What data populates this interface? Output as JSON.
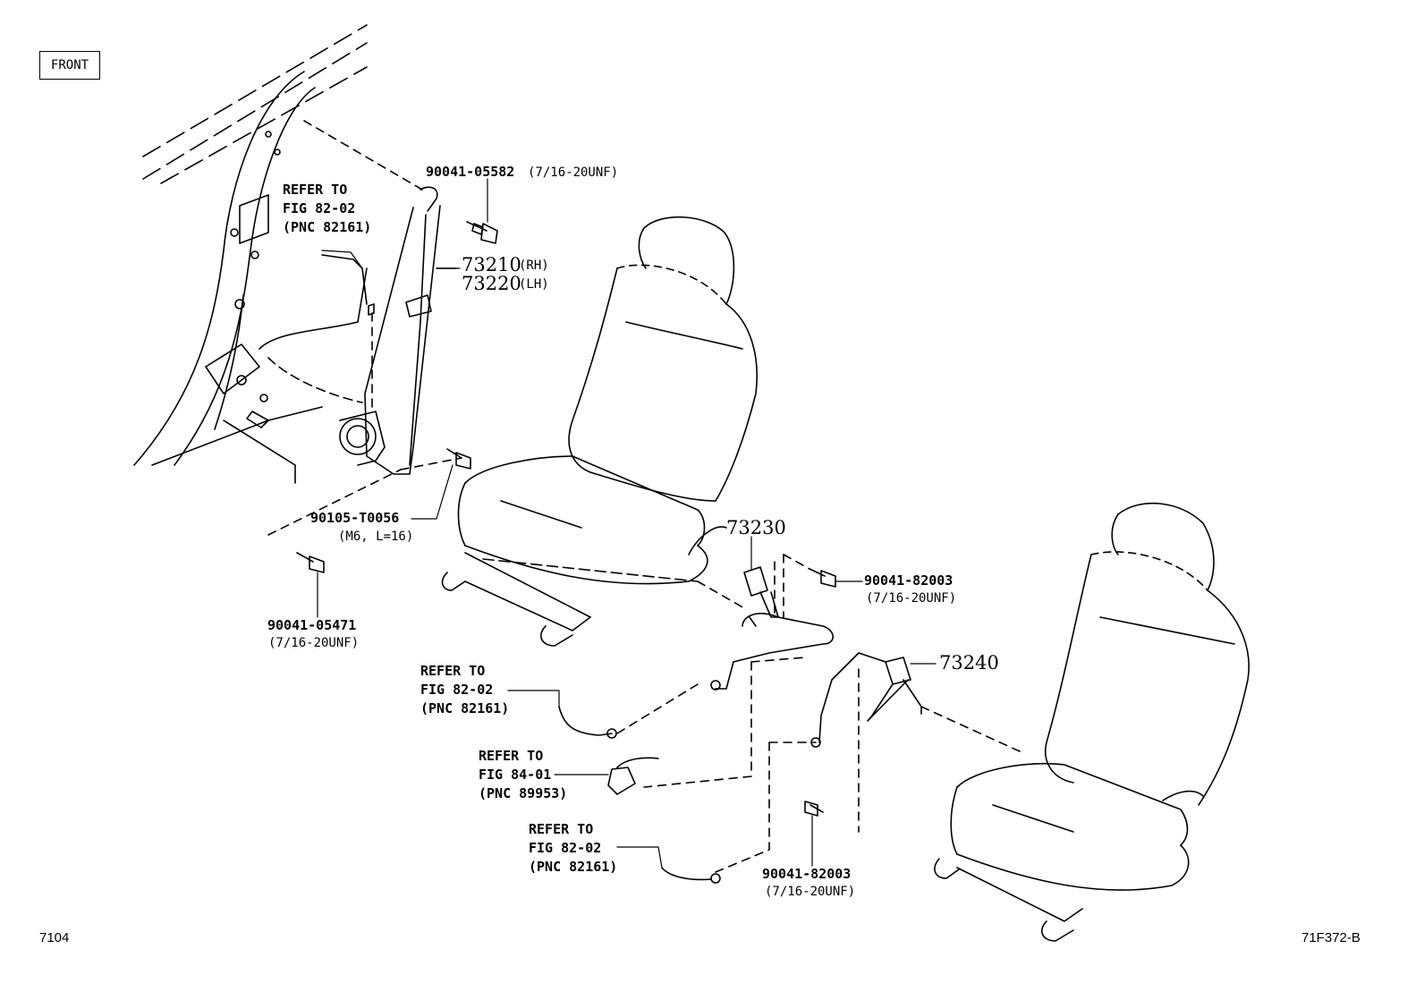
{
  "front_label": "FRONT",
  "corner_left": "7104",
  "corner_right": "71F372-B",
  "parts": {
    "p73210": "73210",
    "p73210_side": "(RH)",
    "p73220": "73220",
    "p73220_side": "(LH)",
    "p73230": "73230",
    "p73240": "73240",
    "bolt_top": "90041-05582",
    "bolt_top_spec": "(7/16-20UNF)",
    "bolt_mid": "90105-T0056",
    "bolt_mid_spec": "(M6, L=16)",
    "bolt_low": "90041-05471",
    "bolt_low_spec": "(7/16-20UNF)",
    "bolt_right": "90041-82003",
    "bolt_right_spec": "(7/16-20UNF)",
    "bolt_bottom": "90041-82003",
    "bolt_bottom_spec": "(7/16-20UNF)"
  },
  "refs": [
    {
      "line1": "REFER TO",
      "line2": "FIG 82-02",
      "line3": "(PNC 82161)"
    },
    {
      "line1": "REFER TO",
      "line2": "FIG 82-02",
      "line3": "(PNC 82161)"
    },
    {
      "line1": "REFER TO",
      "line2": "FIG 84-01",
      "line3": "(PNC 89953)"
    },
    {
      "line1": "REFER TO",
      "line2": "FIG 82-02",
      "line3": "(PNC 82161)"
    }
  ]
}
